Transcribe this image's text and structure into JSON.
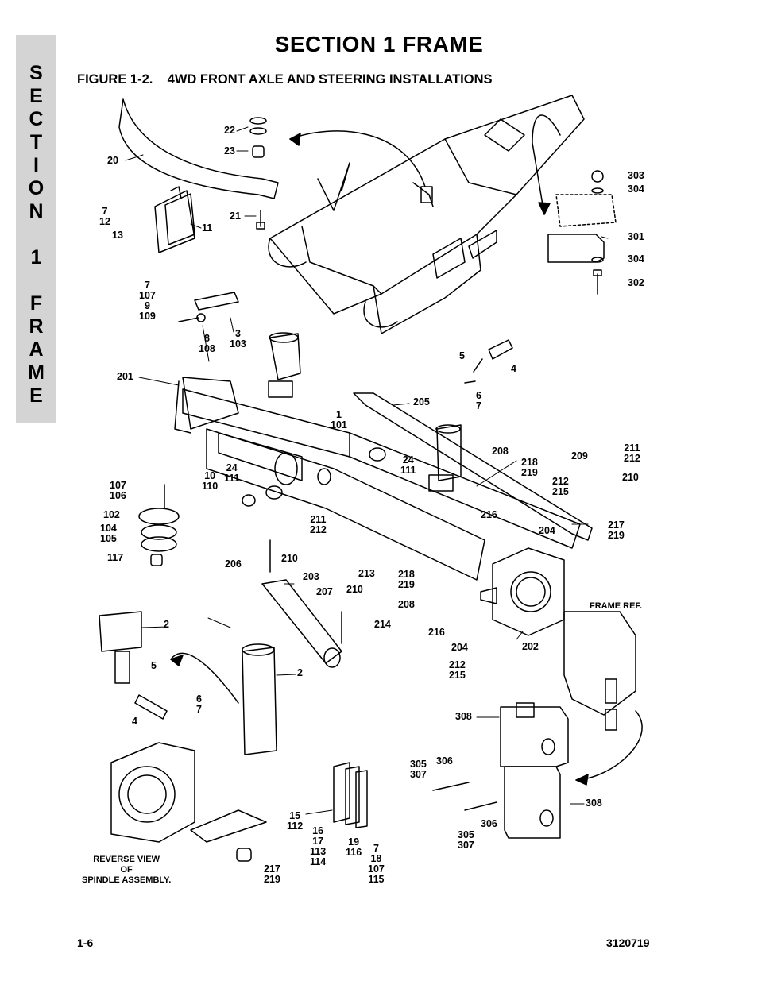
{
  "side_tab": {
    "letters": [
      "S",
      "E",
      "C",
      "T",
      "I",
      "O",
      "N",
      "",
      "1",
      "",
      "F",
      "R",
      "A",
      "M",
      "E"
    ]
  },
  "header": {
    "title": "SECTION 1  FRAME"
  },
  "figure": {
    "caption": "FIGURE 1-2.    4WD FRONT AXLE AND STEERING INSTALLATIONS"
  },
  "callouts": [
    "22",
    "23",
    "20",
    "21",
    "7\n12",
    "13",
    "11",
    "303",
    "304",
    "301",
    "304",
    "302",
    "7\n107\n9\n109",
    "3\n103",
    "8\n108",
    "5",
    "4",
    "6\n7",
    "201",
    "205",
    "1\n101",
    "24\n111",
    "208",
    "218\n219",
    "209",
    "211\n212",
    "210",
    "10\n110",
    "24\n111",
    "107\n106",
    "102",
    "104\n105",
    "117",
    "211\n212",
    "210",
    "206",
    "216",
    "204",
    "212\n215",
    "217\n219",
    "203",
    "213",
    "210",
    "218\n219",
    "207",
    "208",
    "214",
    "202",
    "216",
    "204",
    "212\n215",
    "2",
    "5",
    "6\n7",
    "4",
    "2",
    "308",
    "305\n307",
    "306",
    "308",
    "306",
    "305\n307",
    "15\n112",
    "16\n17\n113\n114",
    "19\n116",
    "7\n18\n107\n115",
    "217\n219"
  ],
  "labels": {
    "frame_ref": "FRAME REF.",
    "reverse_view": "REVERSE VIEW\nOF\nSPINDLE ASSEMBLY."
  },
  "footer": {
    "page_number": "1-6",
    "doc_number": "3120719"
  }
}
